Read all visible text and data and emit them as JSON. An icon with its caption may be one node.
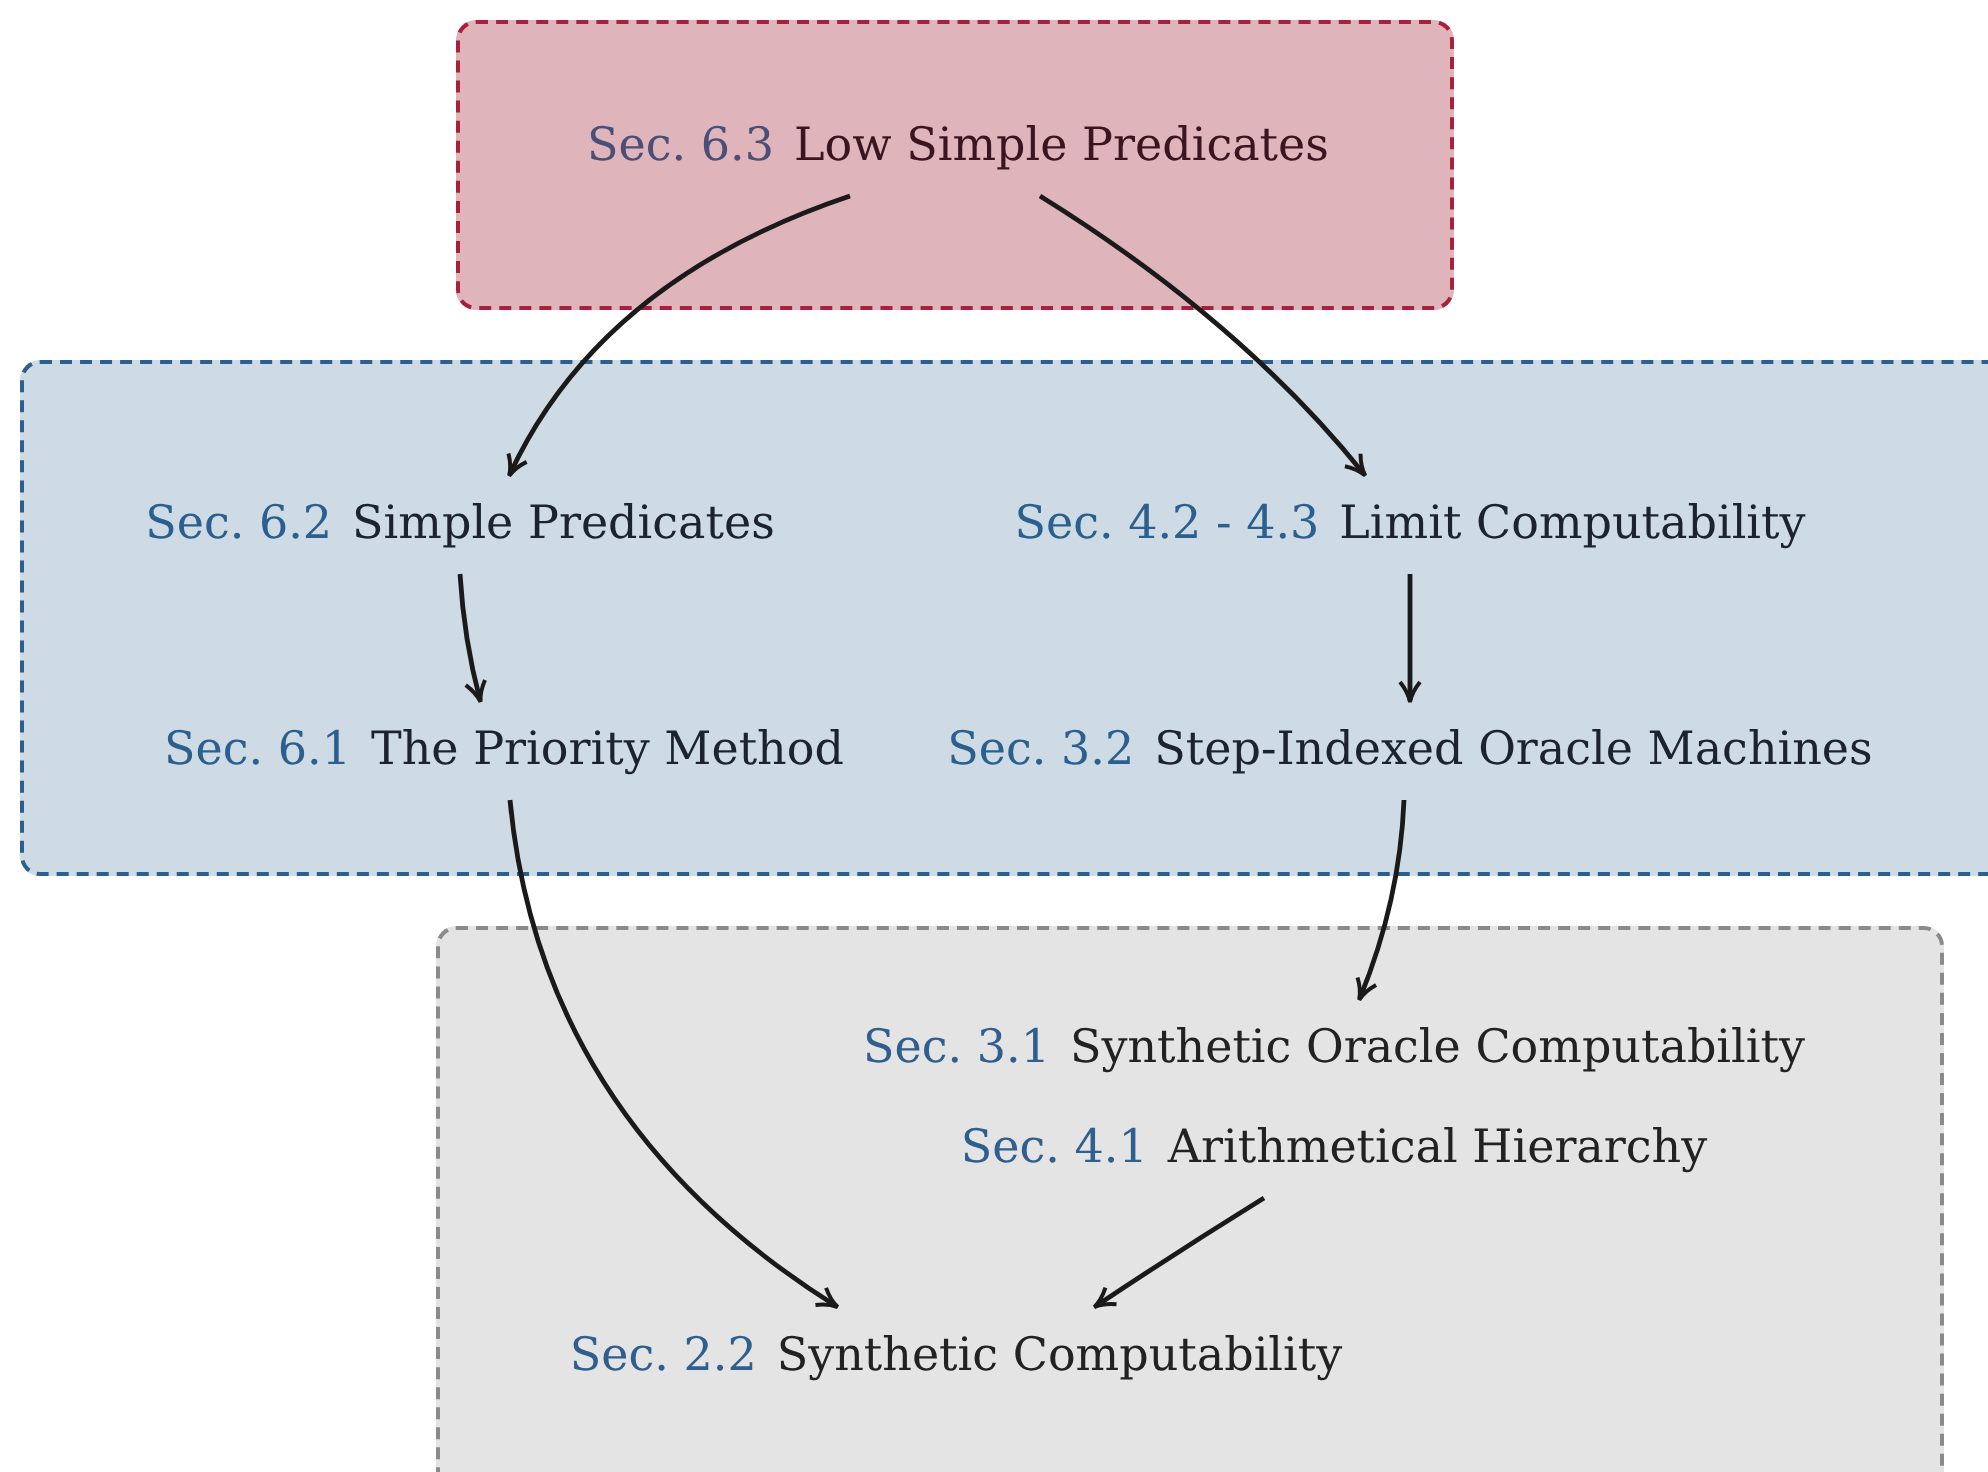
{
  "diagram": {
    "nodes": [
      {
        "text": [],
        "shape": "box"
      },
      {
        "text": [
          "Sec. 6.3",
          "Low Simple Predicates"
        ],
        "in": 0
      },
      {
        "text": [],
        "shape": "box"
      },
      {
        "text": [
          "Sec. 6.2",
          "Simple Predicates"
        ],
        "in": 2
      },
      {
        "text": [
          "Sec. 4.2 - 4.3",
          "Limit Computability"
        ],
        "in": 2
      },
      {
        "text": [
          "Sec. 6.1",
          "The Priority Method"
        ],
        "in": 2
      },
      {
        "text": [
          "Sec. 3.2",
          "Step-Indexed Oracle Machines"
        ],
        "in": 2
      },
      {
        "text": [],
        "shape": "box"
      },
      {
        "text": [
          "Sec. 3.1",
          "Synthetic Oracle Computability"
        ],
        "in": 7
      },
      {
        "text": [
          "Sec. 4.1",
          "Arithmetical Hierarchy"
        ],
        "in": 7
      },
      {
        "text": [
          "Sec. 2.2",
          "Synthetic Computability"
        ],
        "in": 7
      }
    ],
    "edges": [
      {
        "from": 1,
        "to": 3,
        "arrow": "to"
      },
      {
        "from": 1,
        "to": 4,
        "arrow": "to"
      },
      {
        "from": 3,
        "to": 5,
        "arrow": "to"
      },
      {
        "from": 4,
        "to": 6,
        "arrow": "to"
      },
      {
        "from": 5,
        "to": 10,
        "arrow": "to"
      },
      {
        "from": 6,
        "to": 8,
        "arrow": "to"
      },
      {
        "from": 9,
        "to": 10,
        "arrow": "to"
      }
    ]
  }
}
